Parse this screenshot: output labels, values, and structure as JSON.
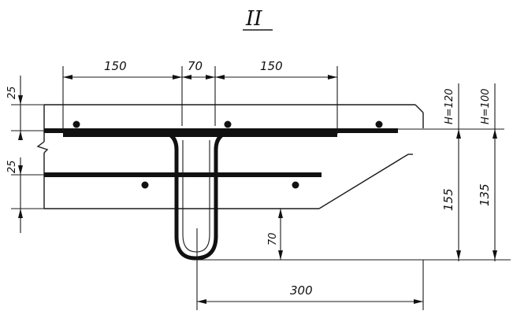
{
  "section": {
    "label": "II"
  },
  "dimensions": {
    "top_left": "150",
    "top_middle": "70",
    "top_right": "150",
    "left_cover_top": "25",
    "left_cover_bottom": "25",
    "height_h120": "H=120",
    "height_h100": "H=100",
    "depth_155": "155",
    "depth_135": "135",
    "loop_70": "70",
    "length_300": "300"
  }
}
